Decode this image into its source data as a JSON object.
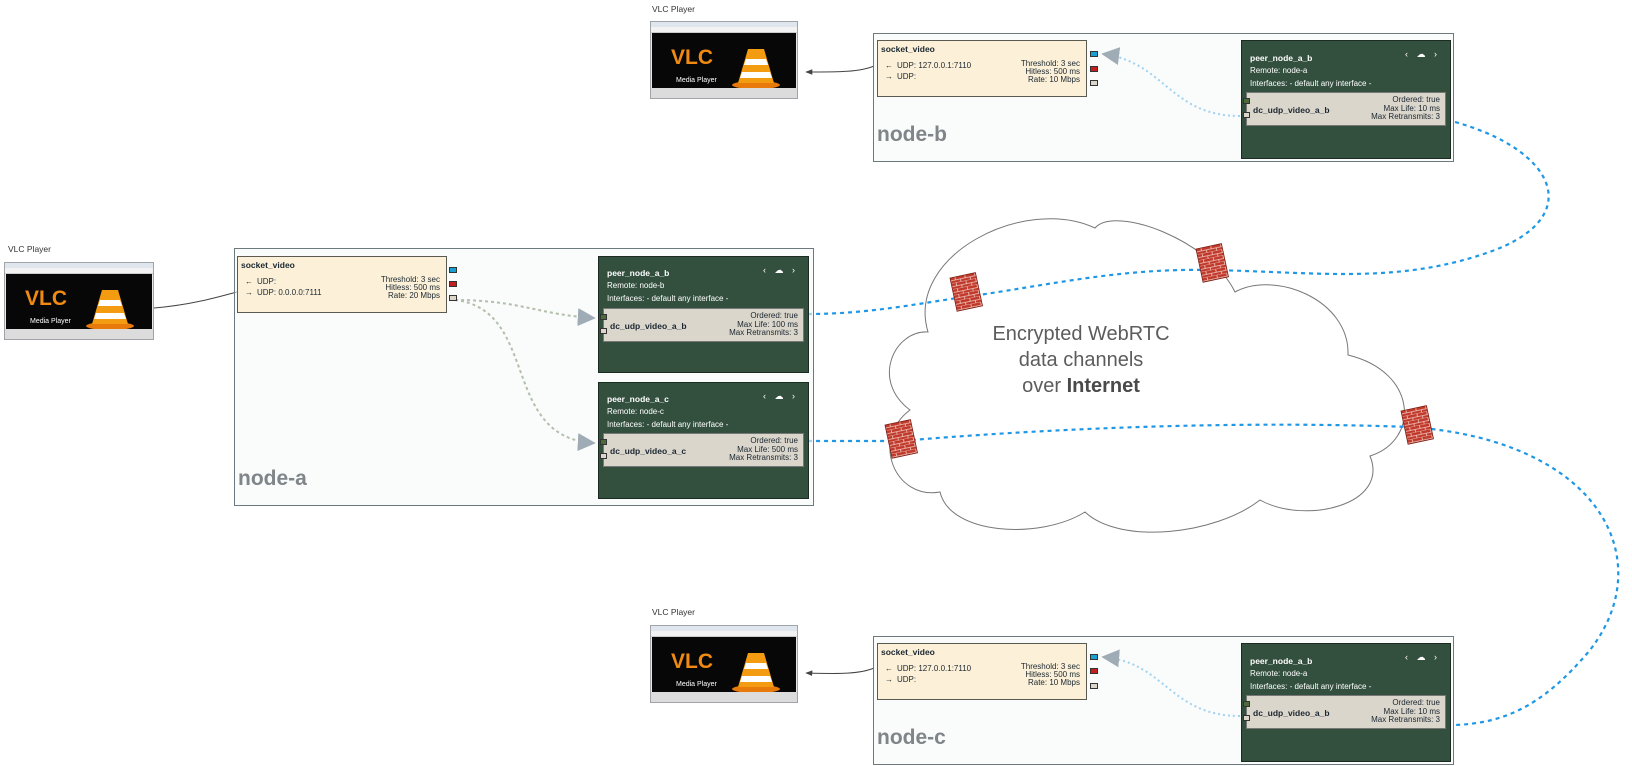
{
  "cloud": {
    "line1": "Encrypted WebRTC",
    "line2": "data channels",
    "line3_prefix": "over",
    "line3_bold": "Internet"
  },
  "colors": {
    "socket_bg": "#fcf1d8",
    "peer_bg": "#33503f",
    "channel_bg": "#dbd6cc",
    "link_blue": "#1e98e6",
    "link_green": "#4c6a3a",
    "port_cyan": "#19a0d2",
    "port_red": "#c41e1e",
    "port_grey": "#dcd6c8",
    "firewall": "#c0392b"
  },
  "vlc_players": [
    {
      "caption": "VLC Player",
      "logo": "VLC",
      "subtitle": "Media Player",
      "badge": "media-player-cone-icon"
    },
    {
      "caption": "VLC Player",
      "logo": "VLC",
      "subtitle": "Media Player",
      "badge": "media-player-cone-icon"
    },
    {
      "caption": "VLC Player",
      "logo": "VLC",
      "subtitle": "Media Player",
      "badge": "media-player-cone-icon"
    }
  ],
  "node_a": {
    "label": "node-a",
    "socket": {
      "title": "socket_video",
      "row1": "UDP:",
      "row2": "UDP: 0.0.0.0:7111",
      "threshold": "Threshold: 3 sec",
      "hitless": "Hitless: 500 ms",
      "rate": "Rate: 20 Mbps"
    },
    "peers": [
      {
        "title": "peer_node_a_b",
        "remote": "Remote: node-b",
        "interfaces": "Interfaces: - default any interface -",
        "channel": {
          "name": "dc_udp_video_a_b",
          "ordered": "Ordered: true",
          "max_life": "Max Life: 100 ms",
          "retransmits": "Max Retransmits: 3"
        }
      },
      {
        "title": "peer_node_a_c",
        "remote": "Remote: node-c",
        "interfaces": "Interfaces: - default any interface -",
        "channel": {
          "name": "dc_udp_video_a_c",
          "ordered": "Ordered: true",
          "max_life": "Max Life: 500 ms",
          "retransmits": "Max Retransmits: 3"
        }
      }
    ]
  },
  "node_b": {
    "label": "node-b",
    "socket": {
      "title": "socket_video",
      "row1": "UDP: 127.0.0.1:7110",
      "row2": "UDP:",
      "threshold": "Threshold: 3 sec",
      "hitless": "Hitless: 500 ms",
      "rate": "Rate: 10 Mbps"
    },
    "peer": {
      "title": "peer_node_a_b",
      "remote": "Remote: node-a",
      "interfaces": "Interfaces: - default any interface -",
      "channel": {
        "name": "dc_udp_video_a_b",
        "ordered": "Ordered: true",
        "max_life": "Max Life: 10 ms",
        "retransmits": "Max Retransmits: 3"
      }
    }
  },
  "node_c": {
    "label": "node-c",
    "socket": {
      "title": "socket_video",
      "row1": "UDP: 127.0.0.1:7110",
      "row2": "UDP:",
      "threshold": "Threshold: 3 sec",
      "hitless": "Hitless: 500 ms",
      "rate": "Rate: 10 Mbps"
    },
    "peer": {
      "title": "peer_node_a_b",
      "remote": "Remote: node-a",
      "interfaces": "Interfaces: - default any interface -",
      "channel": {
        "name": "dc_udp_video_a_b",
        "ordered": "Ordered: true",
        "max_life": "Max Life: 10 ms",
        "retransmits": "Max Retransmits: 3"
      }
    }
  }
}
